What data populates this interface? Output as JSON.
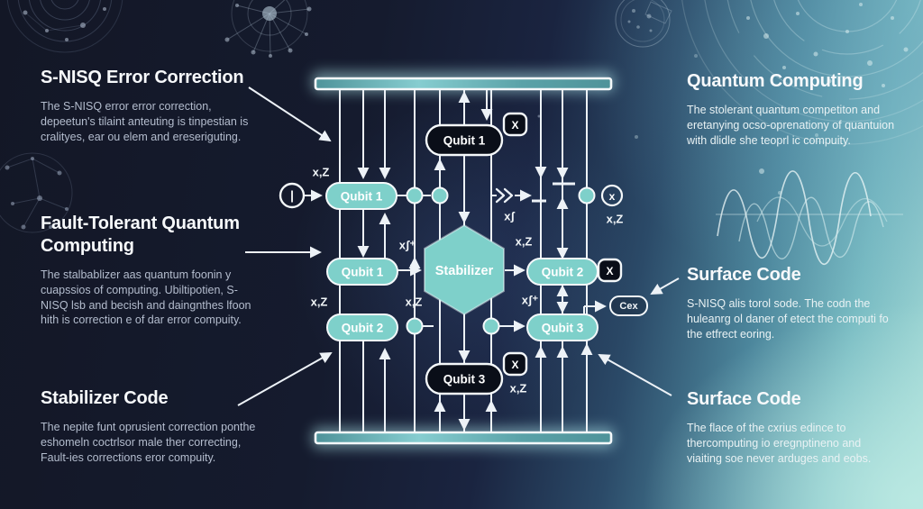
{
  "colors": {
    "accent_teal": "#7ed0ca",
    "bar_fill": "#5ea7ac",
    "dark_pill": "#0a0e18",
    "line_white": "#edf2f7",
    "bg_dark": "#151b2e",
    "bg_light": "#a7dcd8"
  },
  "text_blocks": [
    {
      "title": "S-NISQ Error Correction",
      "body": "The S-NISQ error error correction, depeetun's tilaint anteuting is tinpestian is cralityes, ear ou elem and ereseriguting."
    },
    {
      "title": "Fault-Tolerant Quantum Computing",
      "body": "The stalbablizer aas quantum foonin y cuapssios of computing. Ubiltipotien, S-NISQ lsb and becish and daingnthes lfoon hith is correction e of dar error compuity."
    },
    {
      "title": "Stabilizer Code",
      "body": "The nepite funt oprusient correction ponthe eshomeln coctrlsor male ther correcting, Fault-ies corrections eror compuity."
    },
    {
      "title": "Quantum Computing",
      "body": "The stolerant quantum competiton and eretanying ocso-oprenationy of quantuion with dlidle she teoprl ic compuity."
    },
    {
      "title": "Surface Code",
      "body": "S-NISQ alis torol sode. The codn the huleanrg ol daner of etect the computi fo the etfrect eoring."
    },
    {
      "title": "Surface Code",
      "body": "The flace of the cxrius edince to thercomputing io eregnptineno and viaiting soe never arduges and eobs."
    }
  ],
  "diagram": {
    "nodes": {
      "qubit1": "Qubit 1",
      "qubit2": "Qubit 2",
      "qubit3": "Qubit 3",
      "stabilizer": "Stabilizer",
      "x_gate": "X",
      "cex": "Cex",
      "ket": "|",
      "circled_x": "x"
    },
    "labels": {
      "xz": "x,Z",
      "xf": "xʃ",
      "xf_plus": "xʃ⁺"
    },
    "icons": {
      "fast_forward": "double-chevron-right",
      "measurement_dash": "dash",
      "waveform": "sine-waves",
      "networks": "node-network"
    }
  }
}
